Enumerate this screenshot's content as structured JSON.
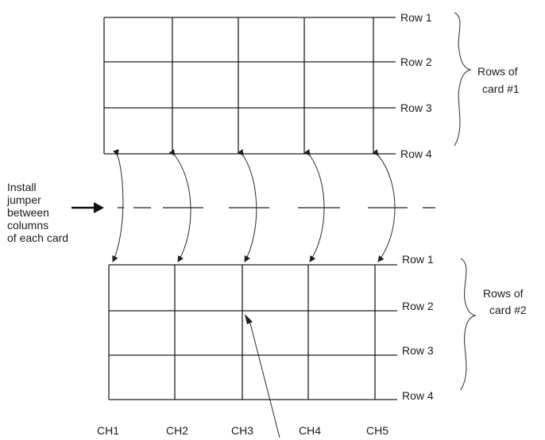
{
  "card1": {
    "rows": [
      "Row 1",
      "Row 2",
      "Row 3",
      "Row 4"
    ],
    "brace_label_line1": "Rows of",
    "brace_label_line2": "card #1"
  },
  "card2": {
    "rows": [
      "Row 1",
      "Row 2",
      "Row 3",
      "Row 4"
    ],
    "brace_label_line1": "Rows of",
    "brace_label_line2": "card #2"
  },
  "channels": [
    "CH1",
    "CH2",
    "CH3",
    "CH4",
    "CH5"
  ],
  "instruction": {
    "lines": [
      "Install",
      "jumper",
      "between",
      "columns",
      "of each card"
    ]
  }
}
